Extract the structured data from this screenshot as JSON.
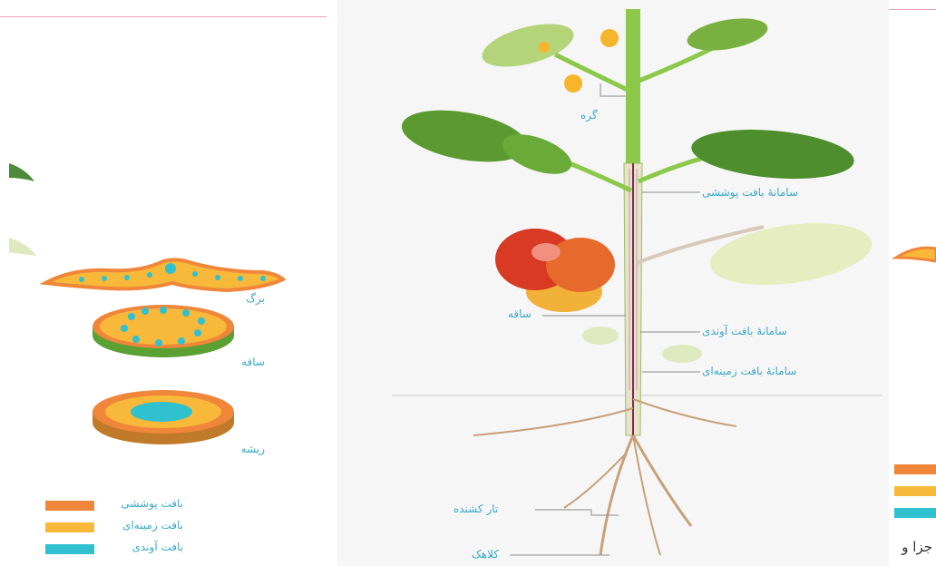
{
  "left_panel": {
    "organs": {
      "leaf": "برگ",
      "stem": "ساقه",
      "root": "ریشه"
    },
    "legend": [
      {
        "label": "بافت پوششی",
        "color": "#f0863a"
      },
      {
        "label": "بافت زمینه‌ای",
        "color": "#f8b83a"
      },
      {
        "label": "بافت آوندی",
        "color": "#2fc1cf"
      }
    ]
  },
  "center_panel": {
    "labels": {
      "node": "گره",
      "dermal_system": "سامانهٔ بافت پوششی",
      "stem": "ساقه",
      "vascular_system": "سامانهٔ بافت آوندی",
      "ground_system": "سامانهٔ بافت زمینه‌ای",
      "root_hair": "تار کشنده",
      "root_cap": "کلاهک"
    }
  },
  "right_panel": {
    "legend_colors": [
      "#f0863a",
      "#f8b83a",
      "#2fc1cf"
    ],
    "partial_text": "جزا و"
  },
  "colors": {
    "label_blue": "#3aa9c8",
    "divider_pink": "#e8a0b4"
  }
}
